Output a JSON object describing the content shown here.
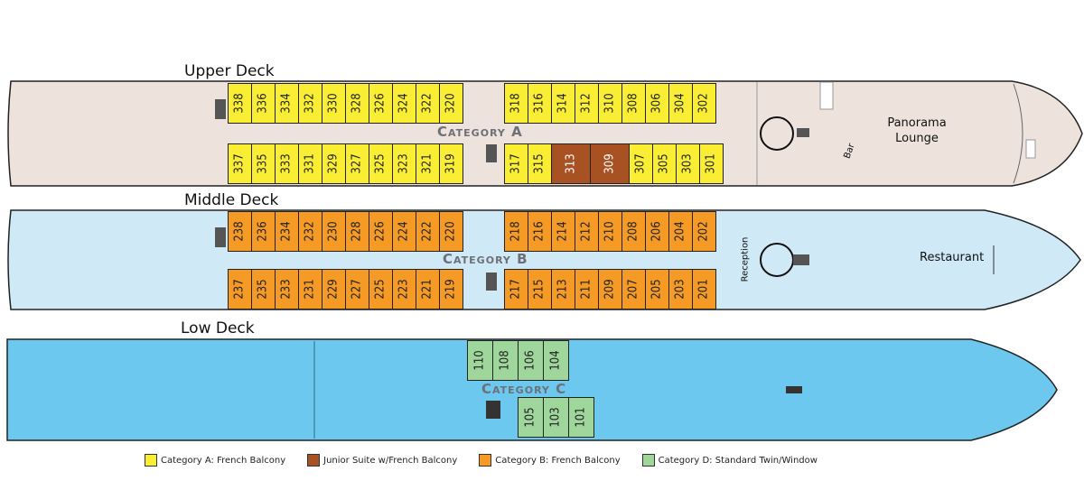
{
  "colors": {
    "upper_deck_fill": "#ede3dc",
    "middle_deck_fill": "#cfe9f7",
    "low_deck_fill": "#6dc8f0",
    "category_a": "#f9ee34",
    "junior_suite": "#a85122",
    "category_b": "#f49a25",
    "category_d": "#9fd69c"
  },
  "decks": {
    "upper": {
      "label": "Upper Deck",
      "category": "Category A",
      "top_cabins": [
        "338",
        "336",
        "334",
        "332",
        "330",
        "328",
        "326",
        "324",
        "322",
        "320",
        "318",
        "316",
        "314",
        "312",
        "310",
        "308",
        "306",
        "304",
        "302"
      ],
      "bottom_cabins": [
        "337",
        "335",
        "333",
        "331",
        "329",
        "327",
        "325",
        "323",
        "321",
        "319",
        "317",
        "315",
        "313",
        "309",
        "307",
        "305",
        "303",
        "301"
      ],
      "lounge_line1": "Panorama",
      "lounge_line2": "Lounge",
      "bar": "Bar"
    },
    "middle": {
      "label": "Middle Deck",
      "category": "Category B",
      "top_cabins": [
        "238",
        "236",
        "234",
        "232",
        "230",
        "228",
        "226",
        "224",
        "222",
        "220",
        "218",
        "216",
        "214",
        "212",
        "210",
        "208",
        "206",
        "204",
        "202"
      ],
      "bottom_cabins": [
        "237",
        "235",
        "233",
        "231",
        "229",
        "227",
        "225",
        "223",
        "221",
        "219",
        "217",
        "215",
        "213",
        "211",
        "209",
        "207",
        "205",
        "203",
        "201"
      ],
      "reception": "Reception",
      "restaurant": "Restaurant"
    },
    "low": {
      "label": "Low Deck",
      "category": "Category C",
      "top_cabins": [
        "110",
        "108",
        "106",
        "104"
      ],
      "bottom_cabins": [
        "105",
        "103",
        "101"
      ]
    }
  },
  "legend": [
    {
      "label": "Category A: French Balcony",
      "color": "#f9ee34"
    },
    {
      "label": "Junior Suite w/French Balcony",
      "color": "#a85122"
    },
    {
      "label": "Category B: French Balcony",
      "color": "#f49a25"
    },
    {
      "label": "Category D: Standard Twin/Window",
      "color": "#9fd69c"
    }
  ]
}
